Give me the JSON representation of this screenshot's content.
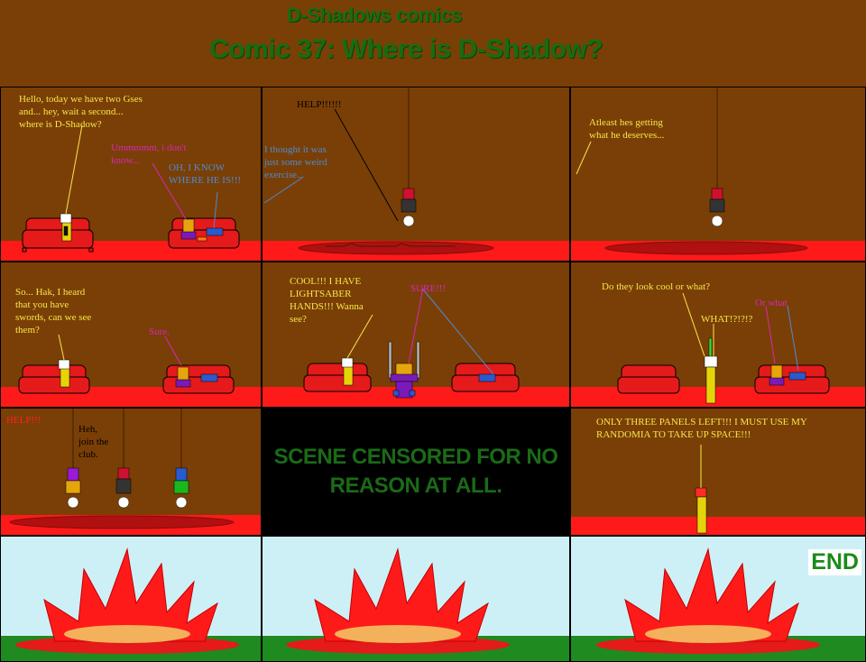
{
  "header": {
    "site_title": "D-Shadows comics",
    "comic_title": "Comic 37: Where is D-Shadow?"
  },
  "panels": {
    "p1": {
      "host": "Hello, today we have two Gses\nand... hey, wait a second...\nwhere is D-Shadow?",
      "pink": "Ummmmm, i don't\nknow...",
      "blue": "OH, I KNOW\nWHERE HE IS!!!"
    },
    "p2": {
      "help": "HELP!!!!!!",
      "blue": "I thought it was\njust some weird\nexercise..."
    },
    "p3": {
      "host": "Atleast hes getting\nwhat he deserves..."
    },
    "p4": {
      "host": "So... Hak, I heard\nthat you have\nswords, can we see\nthem?",
      "pink": "Sure."
    },
    "p5": {
      "host": "COOL!!! I HAVE\nLIGHTSABER\nHANDS!!! Wanna\nsee?",
      "pink": "SURE!!!"
    },
    "p6": {
      "host": "Do they look cool or what?",
      "pink": "Or what",
      "what": "WHAT!?!?!?"
    },
    "p7": {
      "help": "HELP!!!",
      "black": "Heh,\njoin the\nclub."
    },
    "p8": {
      "censor": "SCENE CENSORED FOR NO\nREASON AT ALL."
    },
    "p9": {
      "host": "ONLY THREE PANELS LEFT!!! I MUST USE MY\nRANDOMIA TO TAKE UP SPACE!!!"
    },
    "p12": {
      "end": "END"
    }
  },
  "colors": {
    "background": "#7a3f06",
    "floor": "#ff1a1a",
    "sky": "#cdf0f6",
    "grass": "#1f8a1f",
    "title_green": "#1a6b10"
  }
}
